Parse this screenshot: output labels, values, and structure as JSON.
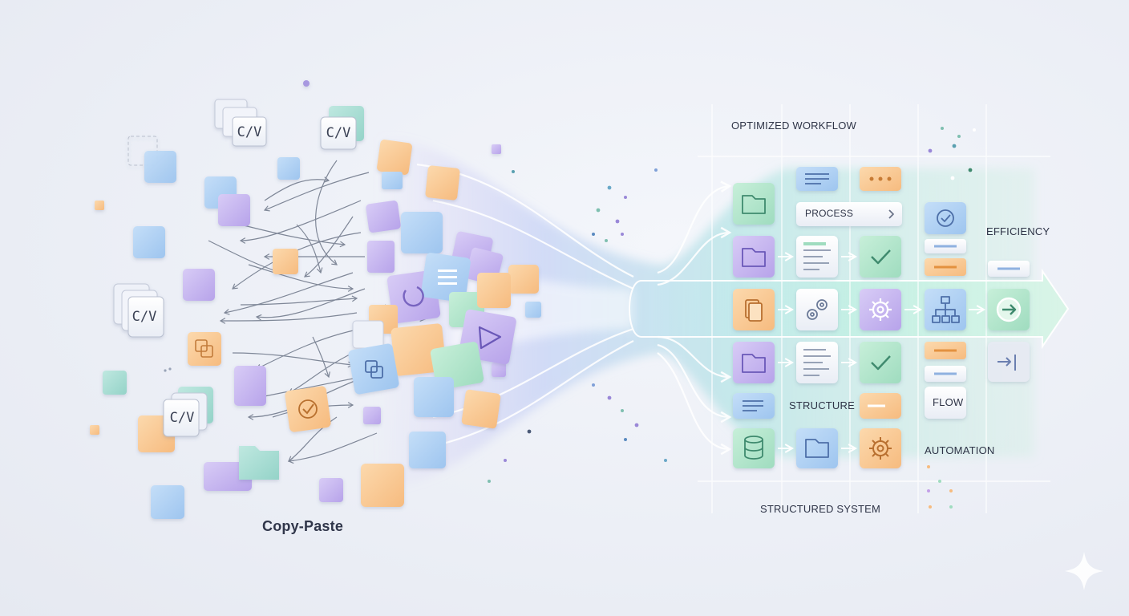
{
  "labels": {
    "copy_paste": "Copy-Paste",
    "optimized_workflow": "OPTIMIZED WORKFLOW",
    "process": "PROCESS",
    "efficiency": "EFFICIENCY",
    "structure": "STRUCTURE",
    "flow": "FLOW",
    "automation": "AUTOMATION",
    "structured_system": "STRUCTURED SYSTEM"
  },
  "copy_paste_glyph": "C/V",
  "colors": {
    "blue": "#a9cdf3",
    "purple": "#c6b6ef",
    "orange": "#f9c994",
    "green": "#b4e6cd",
    "teal": "#a8dcd2",
    "arrow": "#5a6478",
    "text": "#2e3447"
  },
  "icons": [
    "folder-icon",
    "document-icon",
    "gears-icon",
    "gear-icon",
    "check-icon",
    "database-icon",
    "list-icon",
    "hierarchy-icon",
    "arrow-right-icon",
    "exit-icon",
    "check-circle-icon",
    "dots-icon",
    "chevron-right-icon",
    "play-icon",
    "copy-icon",
    "sparkle-icon"
  ]
}
